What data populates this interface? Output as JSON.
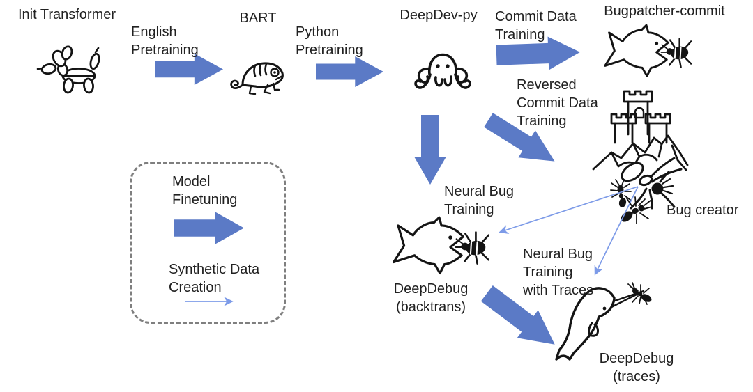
{
  "colors": {
    "arrow": "#5b7ac6",
    "thin": "#7d9be8",
    "text": "#212121",
    "dash": "#7f7f7f",
    "icon": "#141414",
    "background": "#ffffff"
  },
  "nodes": {
    "init_transformer": {
      "label": "Init Transformer",
      "icon": "balloon-dog-icon"
    },
    "bart": {
      "label": "BART",
      "icon": "chameleon-icon"
    },
    "deepdev_py": {
      "label": "DeepDev-py",
      "icon": "octopus-icon"
    },
    "bugpatcher_commit": {
      "label": "Bugpatcher-commit",
      "icon": "fish-eating-bug-icon"
    },
    "bug_creator": {
      "label": "Bug creator",
      "icon": "castle-with-ants-icon"
    },
    "deepdebug_backtrans": {
      "label": "DeepDebug\n(backtrans)",
      "icon": "fish-eating-bug-icon"
    },
    "deepdebug_traces": {
      "label": "DeepDebug\n(traces)",
      "icon": "narwhal-with-bug-icon"
    }
  },
  "edges": {
    "english_pretraining": {
      "label": "English\nPretraining",
      "type": "model-finetuning"
    },
    "python_pretraining": {
      "label": "Python\nPretraining",
      "type": "model-finetuning"
    },
    "commit_data_training": {
      "label": "Commit Data\nTraining",
      "type": "model-finetuning"
    },
    "reversed_commit_data_training": {
      "label": "Reversed\nCommit Data\nTraining",
      "type": "model-finetuning"
    },
    "neural_bug_training": {
      "label": "Neural Bug\nTraining",
      "type": "model-finetuning"
    },
    "neural_bug_training_with_traces": {
      "label": "Neural Bug\nTraining\nwith Traces",
      "type": "model-finetuning"
    },
    "bug_creator_to_backtrans": {
      "type": "synthetic-data-creation"
    },
    "bug_creator_to_traces": {
      "type": "synthetic-data-creation"
    }
  },
  "legend": {
    "model_finetuning_label": "Model\nFinetuning",
    "synthetic_data_label": "Synthetic Data\nCreation"
  }
}
